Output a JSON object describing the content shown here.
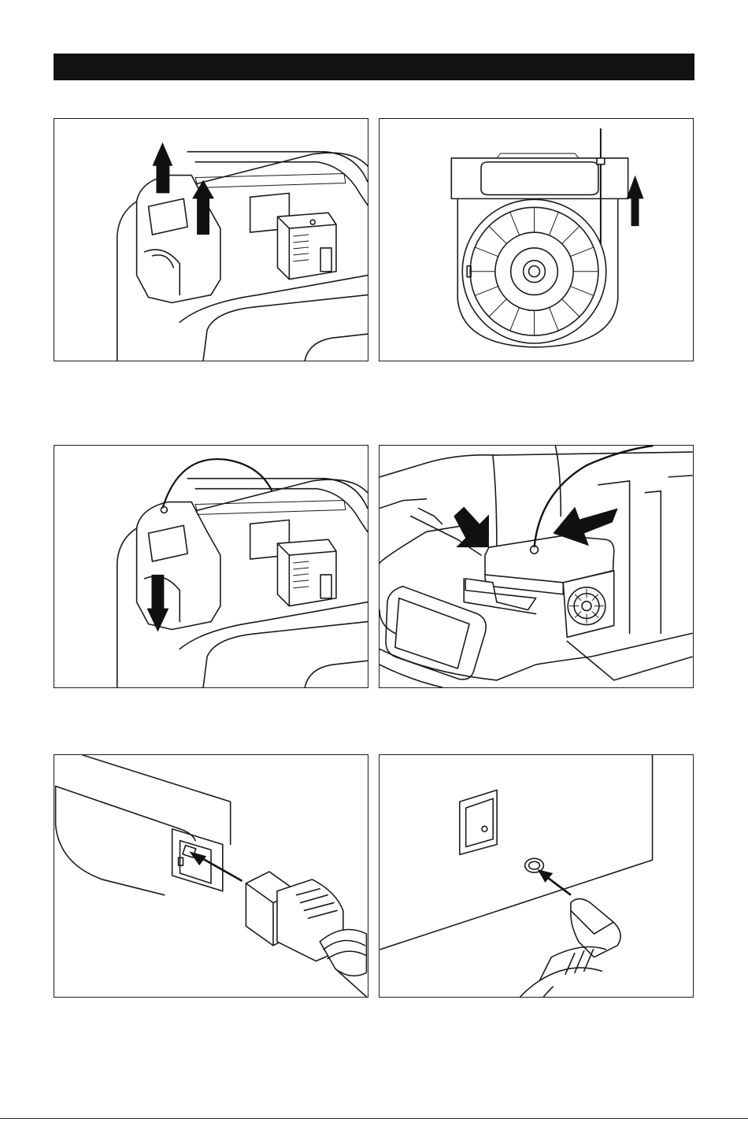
{
  "steps": [
    {
      "id": 1,
      "illustration": "lift-filament-cover",
      "icon": "up-arrow-icon"
    },
    {
      "id": 2,
      "illustration": "insert-spool",
      "icon": "up-arrow-icon"
    },
    {
      "id": 3,
      "illustration": "close-filament-cover",
      "icon": "down-arrow-icon"
    },
    {
      "id": 4,
      "illustration": "feed-filament-extruder",
      "icon": "diagonal-arrow-icon"
    },
    {
      "id": 5,
      "illustration": "connect-power-cord-adapter",
      "icon": "arrow-icon"
    },
    {
      "id": 6,
      "illustration": "connect-power-plug-printer",
      "icon": "arrow-icon"
    }
  ],
  "colors": {
    "line": "#1a1a1a",
    "header": "#121212",
    "background": "#ffffff"
  }
}
